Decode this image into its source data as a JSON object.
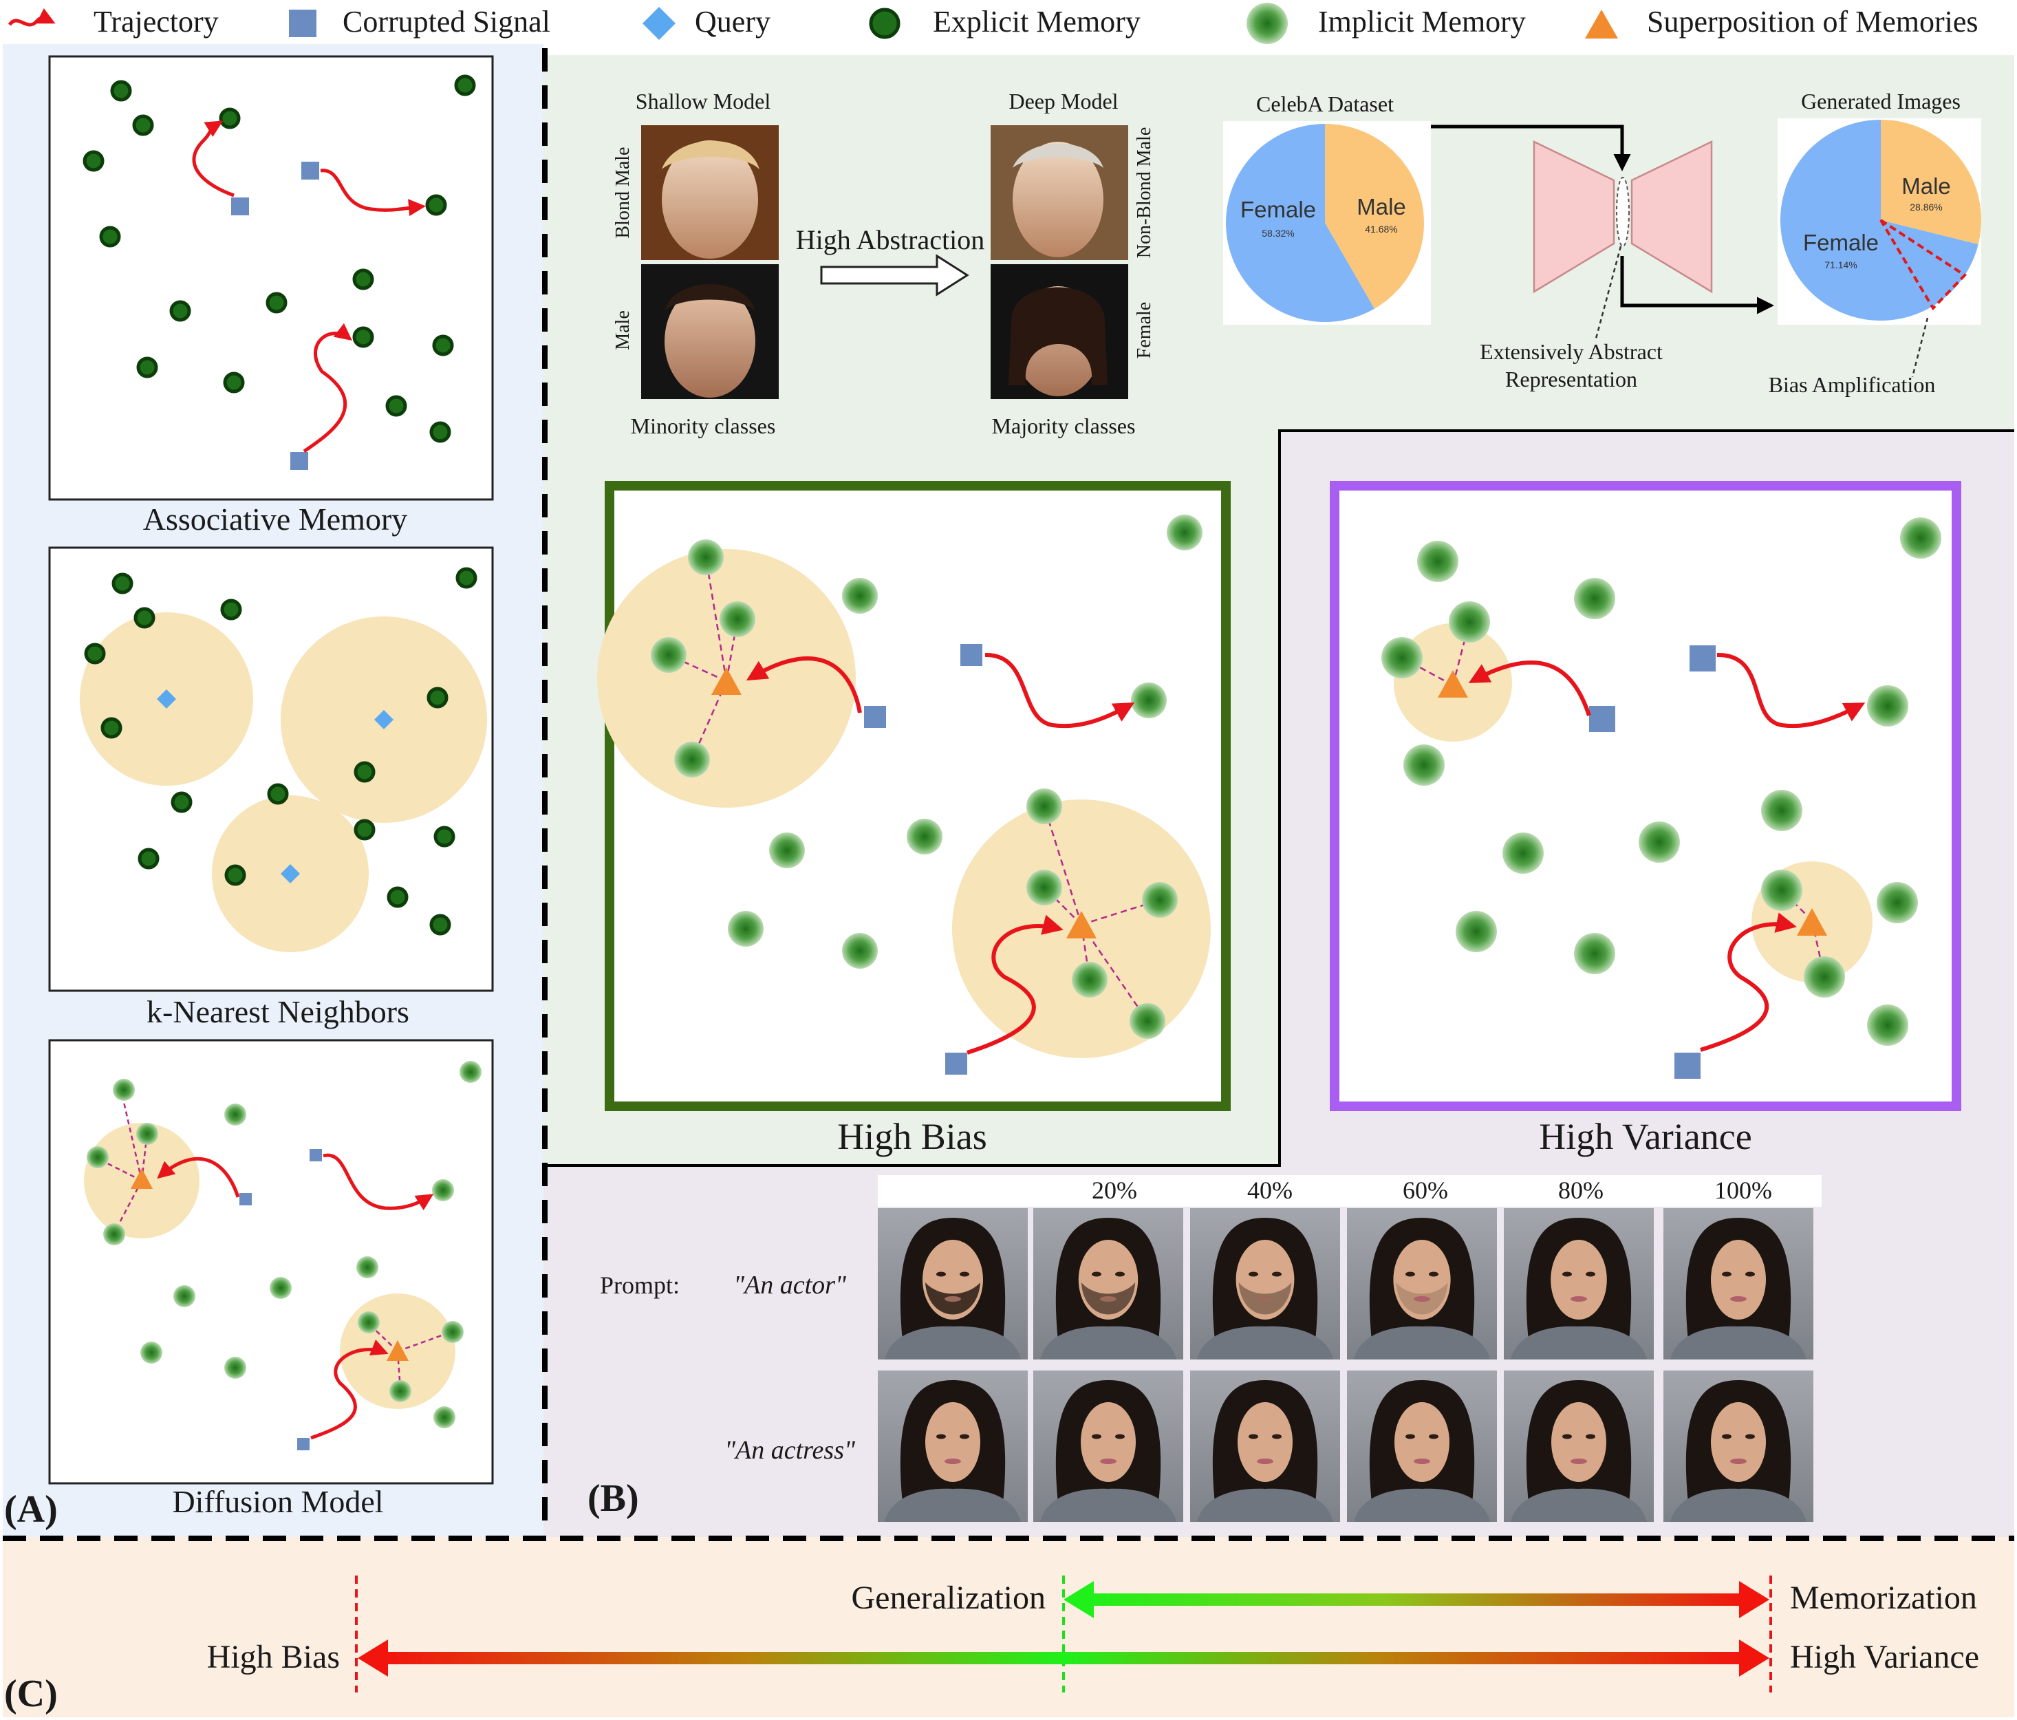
{
  "legend": [
    {
      "symbol": "trajectory",
      "label": "Trajectory"
    },
    {
      "symbol": "corrupted-signal",
      "label": "Corrupted Signal"
    },
    {
      "symbol": "query",
      "label": "Query"
    },
    {
      "symbol": "explicit-memory",
      "label": "Explicit Memory"
    },
    {
      "symbol": "implicit-memory",
      "label": "Implicit Memory"
    },
    {
      "symbol": "superposition",
      "label": "Superposition of Memories"
    }
  ],
  "panel_a": {
    "tag": "(A)",
    "associative_title": "Associative Memory",
    "knn_title": "k-Nearest Neighbors",
    "diffusion_title": "Diffusion Model"
  },
  "panel_b": {
    "tag": "(B)",
    "shallow_title": "Shallow Model",
    "deep_title": "Deep Model",
    "label_blond_male": "Blond Male",
    "label_male": "Male",
    "label_non_blond_male": "Non-Blond Male",
    "label_female": "Female",
    "arrow_label": "High Abstraction",
    "minority": "Minority classes",
    "majority": "Majority classes",
    "celeba_title": "CelebA Dataset",
    "generated_title": "Generated Images",
    "repr_label_1": "Extensively Abstract",
    "repr_label_2": "Representation",
    "bias_amp": "Bias Amplification",
    "high_bias": "High Bias",
    "high_variance": "High Variance",
    "prompt_label": "Prompt:",
    "prompt_actor": "\"An actor\"",
    "prompt_actress": "\"An actress\"",
    "percent_labels": [
      "20%",
      "40%",
      "60%",
      "80%",
      "100%"
    ]
  },
  "pie_celeba": {
    "female_label": "Female",
    "female_pct": "58.32%",
    "female_value": 58.32,
    "male_label": "Male",
    "male_pct": "41.68%",
    "male_value": 41.68
  },
  "pie_generated": {
    "female_label": "Female",
    "female_pct": "71.14%",
    "female_value": 71.14,
    "male_label": "Male",
    "male_pct": "28.86%",
    "male_value": 28.86
  },
  "panel_c": {
    "tag": "(C)",
    "generalization": "Generalization",
    "memorization": "Memorization",
    "high_bias": "High Bias",
    "high_variance": "High Variance"
  },
  "colors": {
    "trajectory": "#e8141b",
    "corrupted": "#6b8cc0",
    "query": "#5aa8f0",
    "explicit_fill": "#1f6e1a",
    "explicit_stroke": "#0c3d0a",
    "implicit": "#3e9a35",
    "superposition": "#f28a2e",
    "basin": "#f7e4b8",
    "pie_blue": "#7fb4f8",
    "pie_orange": "#fbc67a",
    "panel_a_bg": "#eaf1fb",
    "panel_b_bg": "#e9f1e8",
    "panel_bv_bg": "#ede8ef",
    "panel_c_bg": "#fcefe2",
    "bias_frame": "#3b6b12",
    "variance_frame": "#a85ef0"
  }
}
